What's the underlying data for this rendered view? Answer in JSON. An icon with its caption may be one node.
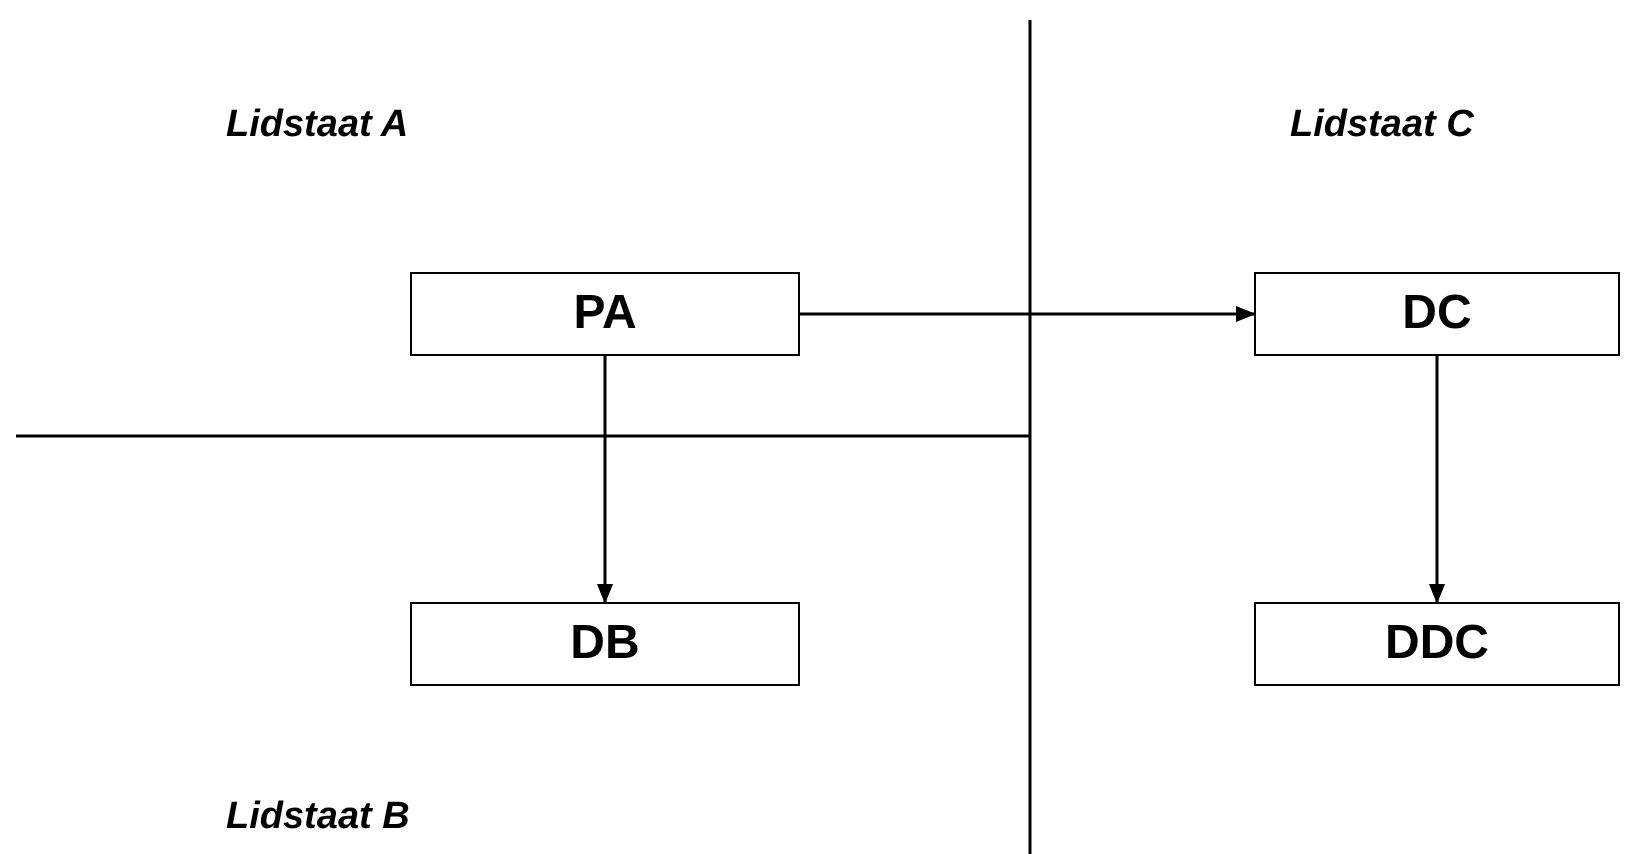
{
  "diagram": {
    "nodes": [
      {
        "text": [
          "PA"
        ]
      },
      {
        "text": [
          "DC"
        ]
      },
      {
        "text": [
          "DB"
        ]
      },
      {
        "text": [
          "DDC"
        ]
      }
    ],
    "edges": [
      {
        "from": 0,
        "to": 1,
        "arrow": "to"
      },
      {
        "from": 0,
        "to": 2,
        "arrow": "to"
      },
      {
        "from": 1,
        "to": 3,
        "arrow": "to"
      }
    ],
    "labels": [
      "Lidstaat A",
      "Lidstaat C",
      "Lidstaat B"
    ]
  }
}
